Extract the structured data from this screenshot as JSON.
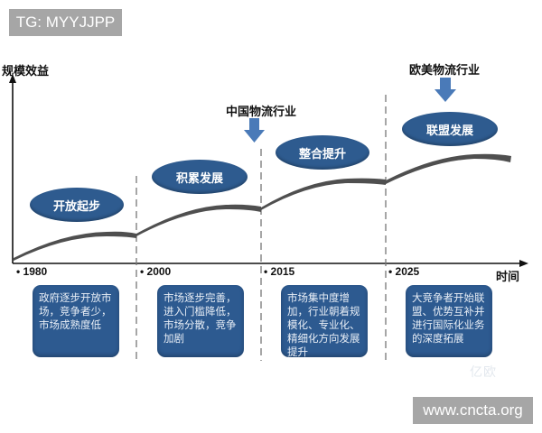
{
  "badges": {
    "tag": "TG: MYYJJPP",
    "url": "www.cncta.org"
  },
  "axes": {
    "y_label": "规模效益",
    "x_label": "时间"
  },
  "markers": {
    "china": "中国物流行业",
    "western": "欧美物流行业"
  },
  "stages": [
    {
      "year": "• 1980",
      "name": "开放起步",
      "description": "政府逐步开放市场，竞争者少，市场成熟度低"
    },
    {
      "year": "• 2000",
      "name": "积累发展",
      "description": "市场逐步完善，进入门槛降低，市场分散，竞争加剧"
    },
    {
      "year": "• 2015",
      "name": "整合提升",
      "description": "市场集中度增加，行业朝着规模化、专业化、精细化方向发展提升"
    },
    {
      "year": "• 2025",
      "name": "联盟发展",
      "description": "大竞争者开始联盟、优势互补并进行国际化业务的深度拓展"
    }
  ],
  "watermark": "亿欧",
  "colors": {
    "ellipse_fill": "#2e5b8f",
    "box_fill": "#2d5a90",
    "arrow_fill": "#4a7ab8",
    "curve": "#555555",
    "badge": "#a6a6a6"
  }
}
